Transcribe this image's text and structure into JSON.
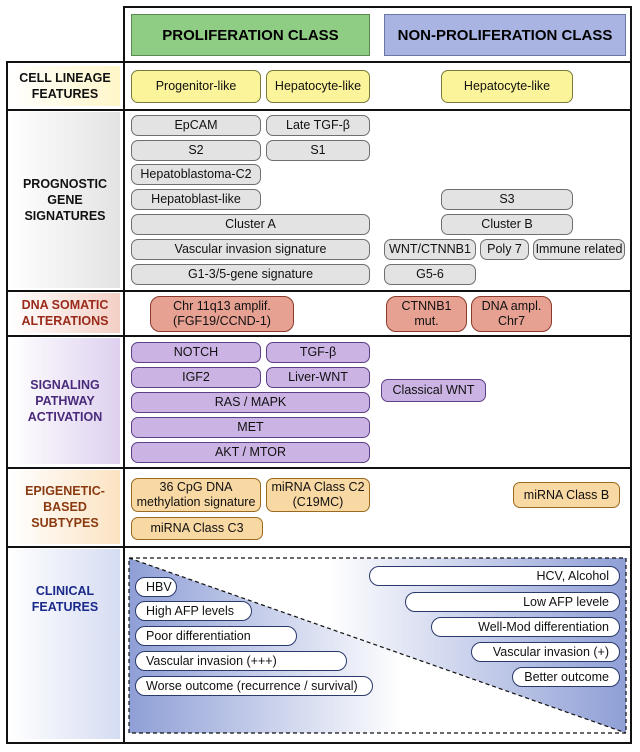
{
  "headers": {
    "proliferation": "PROLIFERATION CLASS",
    "non_proliferation": "NON-PROLIFERATION CLASS"
  },
  "rows": {
    "lineage": "CELL LINEAGE\nFEATURES",
    "prognostic": "PROGNOSTIC\nGENE\nSIGNATURES",
    "dna": "DNA SOMATIC\nALTERATIONS",
    "signaling": "SIGNALING\nPATHWAY\nACTIVATION",
    "epigenetic": "EPIGENETIC-\nBASED\nSUBTYPES",
    "clinical": "CLINICAL\nFEATURES"
  },
  "lineage": {
    "prolif": [
      "Progenitor-like",
      "Hepatocyte-like"
    ],
    "nonprolif": [
      "Hepatocyte-like"
    ]
  },
  "prognostic": {
    "prolif": [
      "EpCAM",
      "Late TGF-β",
      "S2",
      "S1",
      "Hepatoblastoma-C2",
      "Hepatoblast-like",
      "Cluster A",
      "Vascular invasion signature",
      "G1-3/5-gene signature"
    ],
    "nonprolif": [
      "S3",
      "Cluster B",
      "WNT/CTNNB1",
      "Poly 7",
      "Immune related",
      "G5-6"
    ]
  },
  "dna": {
    "prolif": [
      "Chr 11q13 amplif.\n(FGF19/CCND-1)"
    ],
    "nonprolif": [
      "CTNNB1\nmut.",
      "DNA ampl.\nChr7"
    ]
  },
  "signaling": {
    "prolif": [
      "NOTCH",
      "TGF-β",
      "IGF2",
      "Liver-WNT",
      "RAS / MAPK",
      "MET",
      "AKT / MTOR"
    ],
    "nonprolif": [
      "Classical WNT"
    ]
  },
  "epigenetic": {
    "prolif": [
      "36 CpG DNA\nmethylation signature",
      "miRNA Class C2\n(C19MC)",
      "miRNA Class C3"
    ],
    "nonprolif": [
      "miRNA Class B"
    ]
  },
  "clinical": {
    "prolif": [
      "HBV",
      "High AFP levels",
      "Poor differentiation",
      "Vascular invasion (+++)",
      "Worse outcome (recurrence / survival)"
    ],
    "nonprolif": [
      "HCV, Alcohol",
      "Low AFP levele",
      "Well-Mod differentiation",
      "Vascular invasion (+)",
      "Better outcome"
    ]
  },
  "colors": {
    "prolif_header": "#8fcc84",
    "nonprolif_header": "#a9b4e3",
    "clinical_triangle": "#8f9fd6"
  }
}
